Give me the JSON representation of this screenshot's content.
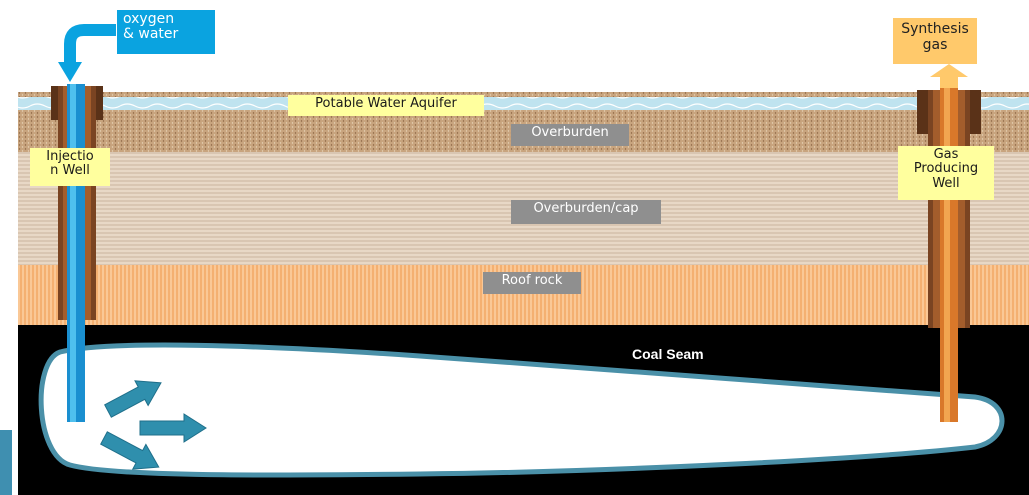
{
  "labels": {
    "oxygen_water": [
      "oxygen",
      "& water"
    ],
    "synthesis_gas": [
      "Synthesis",
      "gas"
    ],
    "aquifer": "Potable Water Aquifer",
    "overburden": "Overburden",
    "overburden_cap": "Overburden/cap",
    "roof_rock": "Roof rock",
    "coal_seam": "Coal Seam",
    "injection_well": [
      "Injectio",
      "n Well"
    ],
    "gas_producing_well": [
      "Gas",
      "Producing",
      "Well"
    ]
  },
  "colors": {
    "coal_seam": "#000000",
    "cavity_fill": "#ffffff",
    "cavity_outline": "#4a90a8",
    "roof_rock": "#f7b97e",
    "overburden_cap": "#e6d3bd",
    "overburden": "#c8a47e",
    "aquifer": "#a8d8e8",
    "injection_pipe": "#1fa0dc",
    "injection_casing": "#6b3a1e",
    "producing_pipe": "#e08a2e",
    "producing_casing": "#6b3a1e",
    "flow_arrow": "#2f8fad",
    "oxygen_box": "#0aa3e0",
    "synthesis_box": "#ffc96b",
    "label_yellow": "#ffff9e",
    "label_grey": "#8f8f8f"
  },
  "icons": {
    "inflow_arrow": "bent-down-arrow-icon",
    "outflow_arrow": "up-arrow-icon",
    "flow_arrows": "right-arrow-icon"
  }
}
